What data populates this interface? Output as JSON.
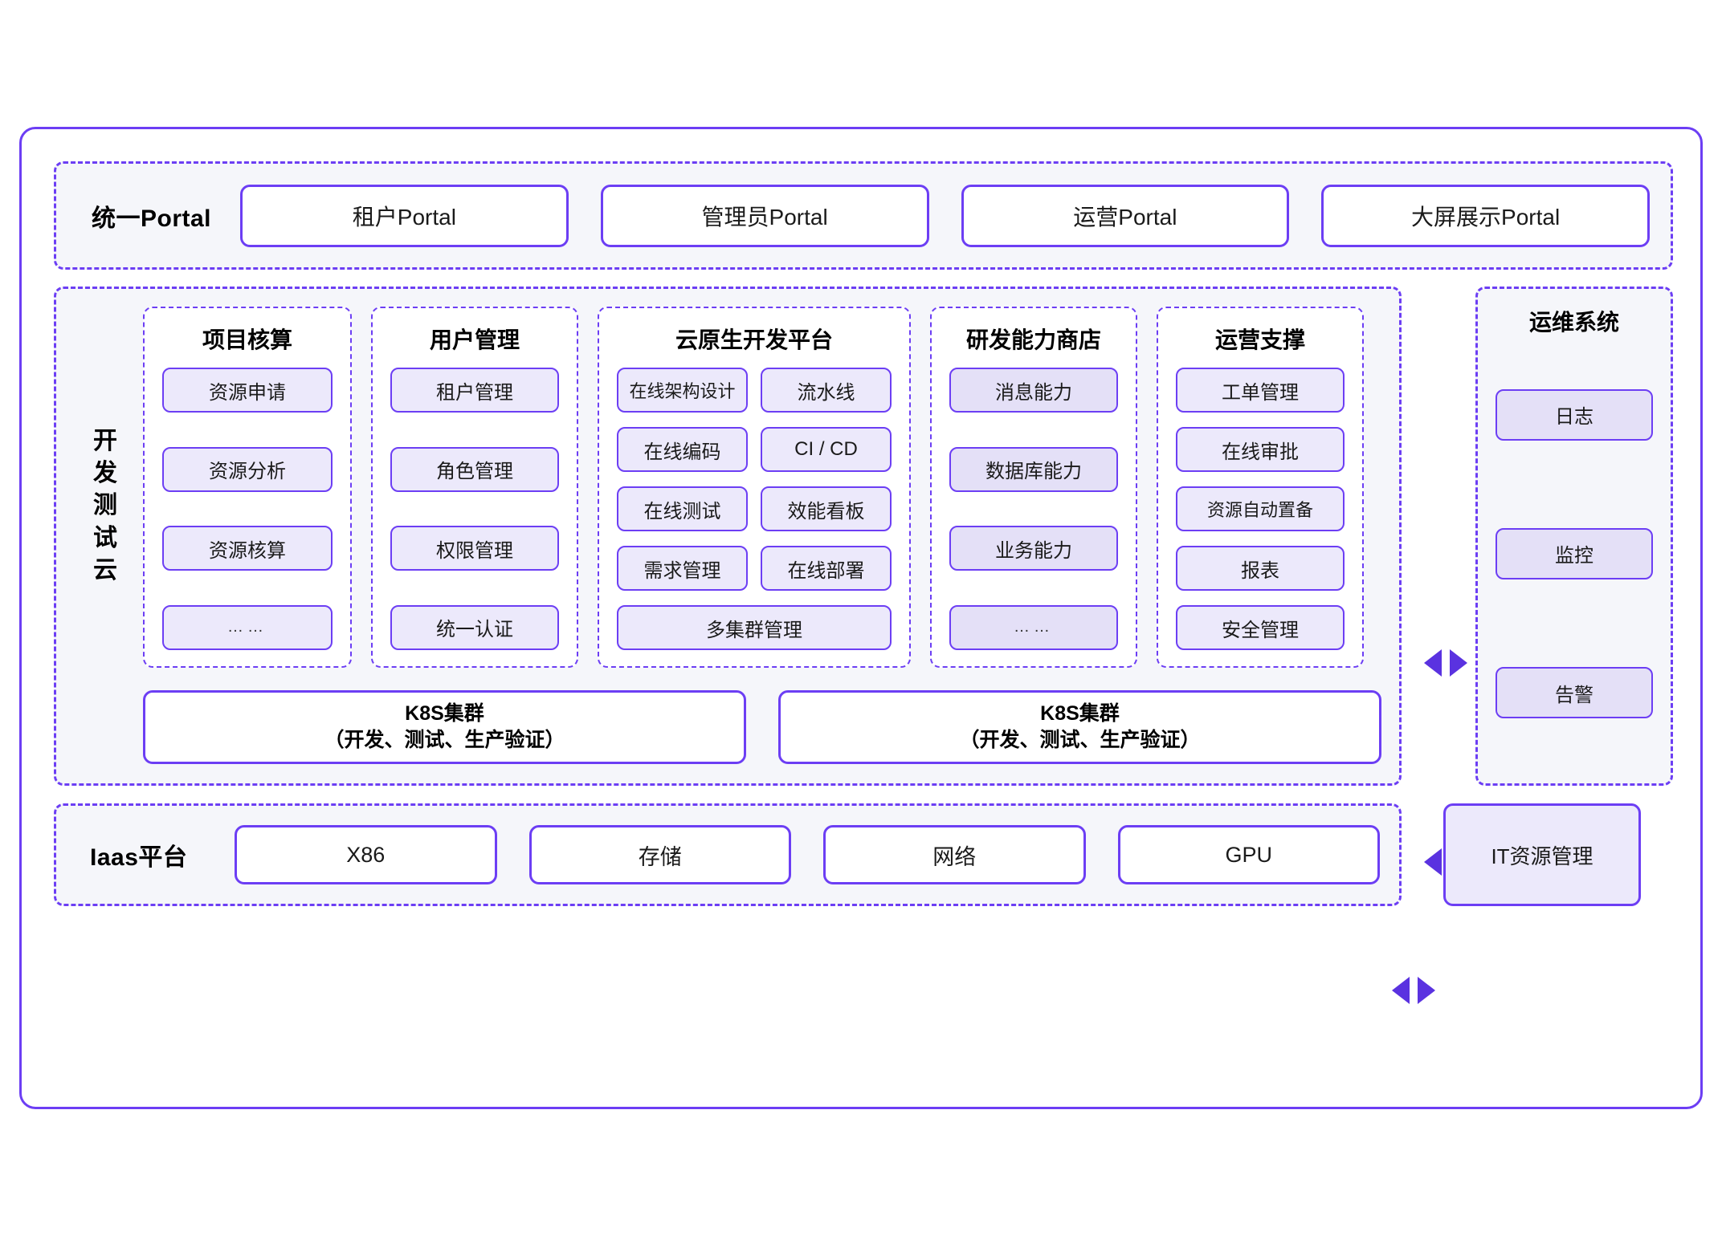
{
  "portal": {
    "label": "统一Portal",
    "items": [
      {
        "label": "租户Portal"
      },
      {
        "label": "管理员Portal"
      },
      {
        "label": "运营Portal"
      },
      {
        "label": "大屏展示Portal"
      }
    ]
  },
  "devcloud": {
    "label": "开\n发\n测\n试\n云",
    "label_chars": "开发测试云",
    "columns": [
      {
        "title": "项目核算",
        "tiles": [
          {
            "label": "资源申请"
          },
          {
            "label": "资源分析"
          },
          {
            "label": "资源核算"
          },
          {
            "label": "……"
          }
        ]
      },
      {
        "title": "用户管理",
        "tiles": [
          {
            "label": "租户管理"
          },
          {
            "label": "角色管理"
          },
          {
            "label": "权限管理"
          },
          {
            "label": "统一认证"
          }
        ]
      },
      {
        "title": "云原生开发平台",
        "tiles": [
          {
            "label": "在线架构设计"
          },
          {
            "label": "流水线"
          },
          {
            "label": "在线编码"
          },
          {
            "label": "CI / CD"
          },
          {
            "label": "在线测试"
          },
          {
            "label": "效能看板"
          },
          {
            "label": "需求管理"
          },
          {
            "label": "在线部署"
          },
          {
            "label": "多集群管理"
          }
        ]
      },
      {
        "title": "研发能力商店",
        "tiles": [
          {
            "label": "消息能力"
          },
          {
            "label": "数据库能力"
          },
          {
            "label": "业务能力"
          },
          {
            "label": "……"
          }
        ]
      },
      {
        "title": "运营支撑",
        "tiles": [
          {
            "label": "工单管理"
          },
          {
            "label": "在线审批"
          },
          {
            "label": "资源自动置备"
          },
          {
            "label": "报表"
          },
          {
            "label": "安全管理"
          }
        ]
      }
    ],
    "k8s": [
      {
        "line1": "K8S集群",
        "line2": "（开发、测试、生产验证）"
      },
      {
        "line1": "K8S集群",
        "line2": "（开发、测试、生产验证）"
      }
    ]
  },
  "ops": {
    "title": "运维系统",
    "tiles": [
      {
        "label": "日志"
      },
      {
        "label": "监控"
      },
      {
        "label": "告警"
      }
    ]
  },
  "iaas": {
    "label": "Iaas平台",
    "items": [
      {
        "label": "X86"
      },
      {
        "label": "存储"
      },
      {
        "label": "网络"
      },
      {
        "label": "GPU"
      }
    ]
  },
  "it_resource": {
    "label": "IT资源管理"
  },
  "colors": {
    "accent": "#6c3ef4",
    "arrow": "#5a32e0",
    "tile_fill": "#ece9fb",
    "tile_fill_deep": "#e4e0f7",
    "section_fill": "#f5f6fa",
    "card_fill": "#ffffff",
    "page_bg": "#ffffff"
  }
}
